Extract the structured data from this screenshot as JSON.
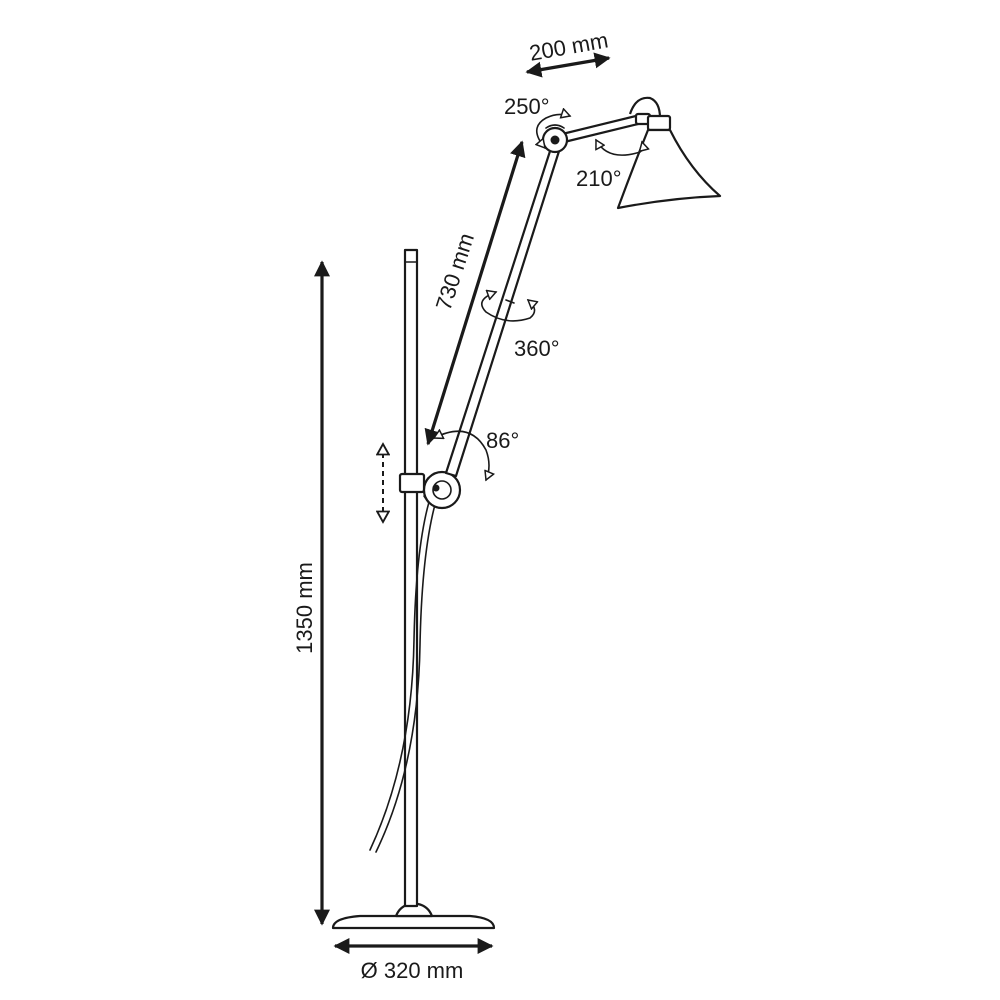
{
  "dimensions": {
    "arm_upper": "200 mm",
    "arm_lower": "730 mm",
    "height": "1350 mm",
    "base_diameter": "Ø 320 mm"
  },
  "angles": {
    "shoulder": "250°",
    "shade": "210°",
    "rotation": "360°",
    "elbow": "86°"
  }
}
